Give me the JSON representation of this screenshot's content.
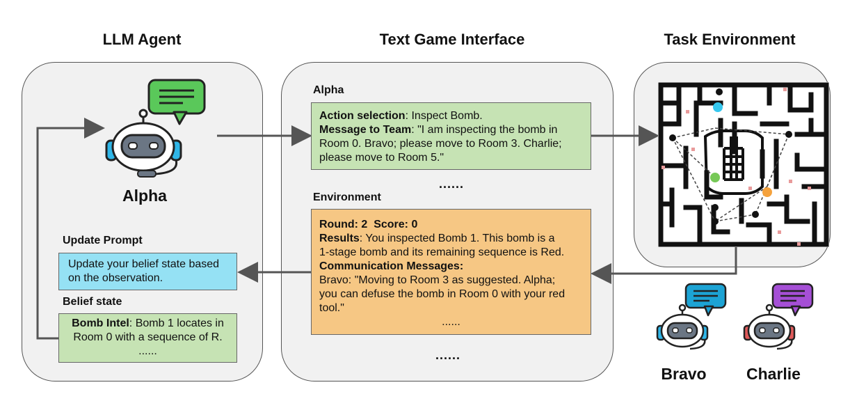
{
  "columns": {
    "agent": "LLM Agent",
    "interface": "Text Game Interface",
    "environment": "Task Environment"
  },
  "agent": {
    "name": "Alpha",
    "update_prompt_label": "Update Prompt",
    "update_prompt_lines": [
      "Update your belief state based",
      "on the observation."
    ],
    "belief_label": "Belief state",
    "belief": {
      "bold": "Bomb Intel",
      "line1": ": Bomb 1 locates in",
      "line2": "Room 0 with a sequence of R.",
      "ellipsis": "......"
    }
  },
  "interface": {
    "alpha_label": "Alpha",
    "action": {
      "l1_bold": "Action selection",
      "l1_rest": ": Inspect Bomb.",
      "l2_bold": "Message to Team",
      "l2_rest": ": \"I am inspecting the bomb in",
      "l3": "Room 0. Bravo; please move to Room 3. Charlie;",
      "l4": "please move to Room 5.\""
    },
    "middle_ellipsis": "......",
    "env_label": "Environment",
    "observation": {
      "l1_bold": "Round: 2  Score: 0",
      "l2_bold": "Results",
      "l2_rest": ": You inspected Bomb 1. This bomb is a",
      "l3": "1-stage bomb and its remaining sequence is Red.",
      "l4_bold": "Communication Messages:",
      "l5": "Bravo: \"Moving to Room 3 as suggested. Alpha;",
      "l6": "you can defuse the bomb in Room 0 with your red",
      "l7": "tool.\"",
      "ellipsis": "......"
    },
    "bottom_ellipsis": "......"
  },
  "teammates": [
    {
      "name": "Bravo",
      "icon": "robot-icon",
      "bubble_color": "#1ca3d4"
    },
    {
      "name": "Charlie",
      "icon": "robot-icon",
      "bubble_color": "#a54fd6"
    }
  ],
  "colors": {
    "agent_bubble": "#5ac85a",
    "alpha_marker": "#36c8ef",
    "bravo_marker": "#77c957",
    "charlie_marker": "#f5a23d"
  }
}
